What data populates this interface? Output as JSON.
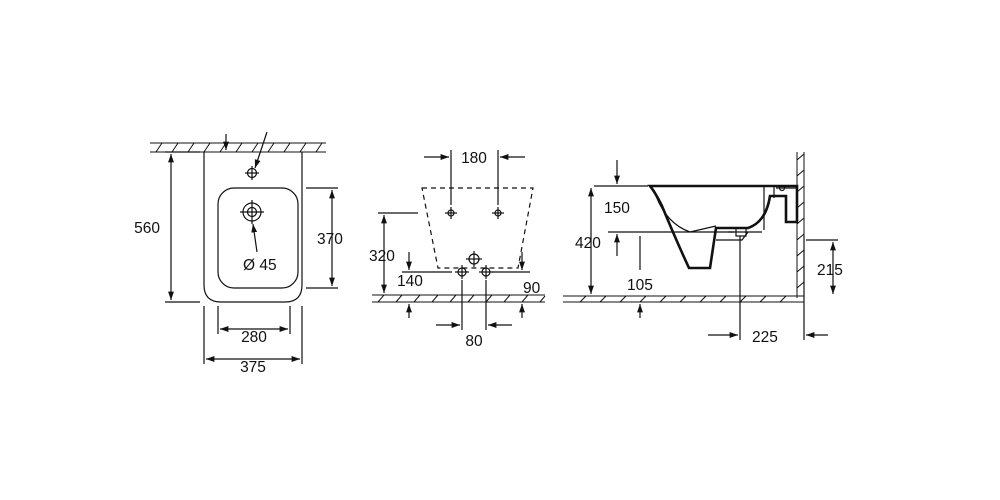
{
  "top_view": {
    "depth": "560",
    "bowl_depth": "370",
    "drain_diameter": "Ø 45",
    "bowl_width": "280",
    "overall_width": "375"
  },
  "front_view": {
    "fixing_spacing": "180",
    "height_320": "320",
    "height_140": "140",
    "offset_90": "90",
    "spacing_80": "80"
  },
  "side_view": {
    "height_150": "150",
    "height_420": "420",
    "height_105": "105",
    "height_215": "215",
    "depth_225": "225"
  }
}
